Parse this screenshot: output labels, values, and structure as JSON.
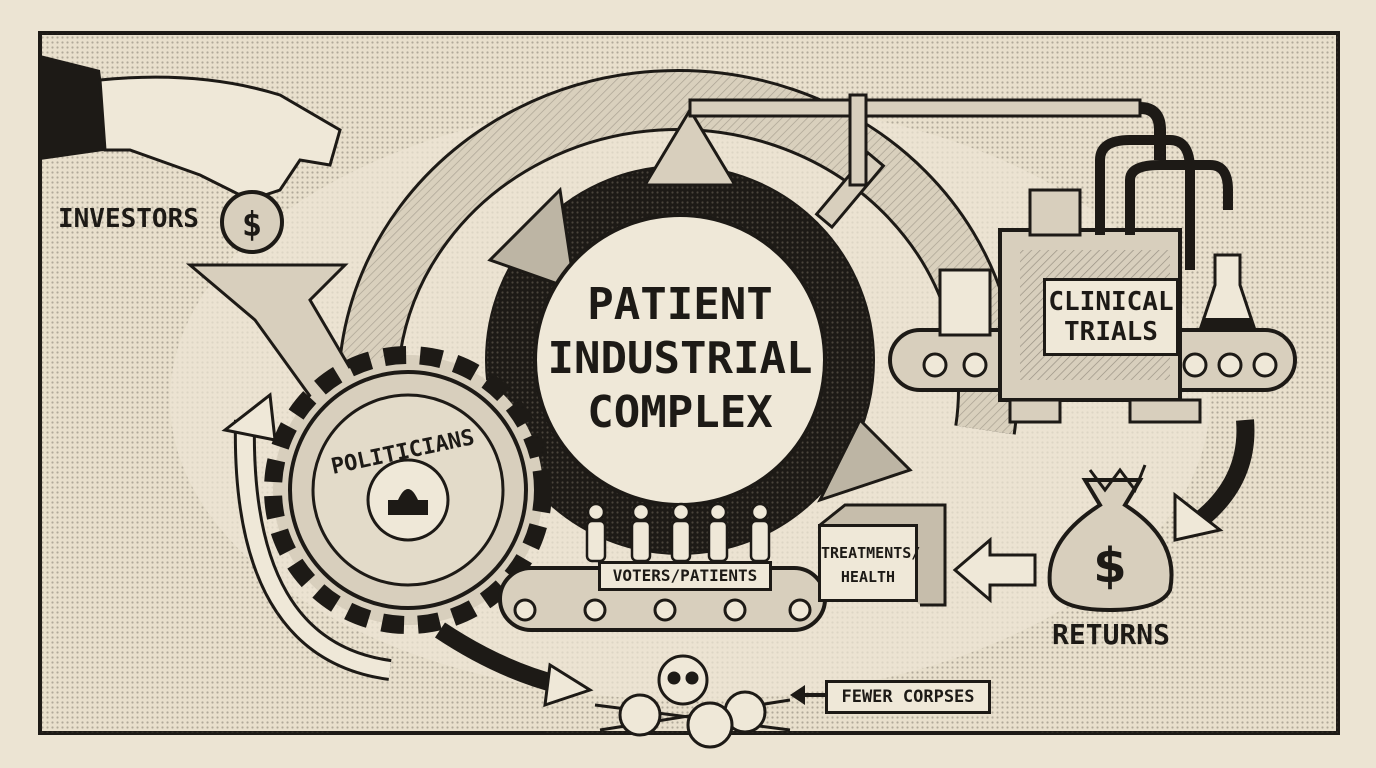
{
  "title": "PATIENT INDUSTRIAL COMPLEX",
  "title_lines": [
    "PATIENT",
    "INDUSTRIAL",
    "COMPLEX"
  ],
  "labels": {
    "investors": "INVESTORS",
    "politicians": "POLITICIANS",
    "clinical_trials": [
      "CLINICAL",
      "TRIALS"
    ],
    "voters_patients": "VOTERS/PATIENTS",
    "treatments_health": [
      "TREATMENTS/",
      "HEALTH"
    ],
    "returns": "RETURNS",
    "fewer_corpses": "FEWER CORPSES",
    "coin_symbol": "$",
    "bag_symbol": "$"
  },
  "colors": {
    "paper": "#ece4d3",
    "ink": "#1d1a16",
    "shade": "#b9b2a3"
  },
  "icons": [
    "hand-icon",
    "coin-icon",
    "funnel-icon",
    "gear-icon",
    "capitol-icon",
    "lever-icon",
    "pipe-icon",
    "beaker-icon",
    "flask-icon",
    "conveyor-icon",
    "person-icon",
    "money-bag-icon",
    "skull-icon",
    "arrow-icon"
  ]
}
